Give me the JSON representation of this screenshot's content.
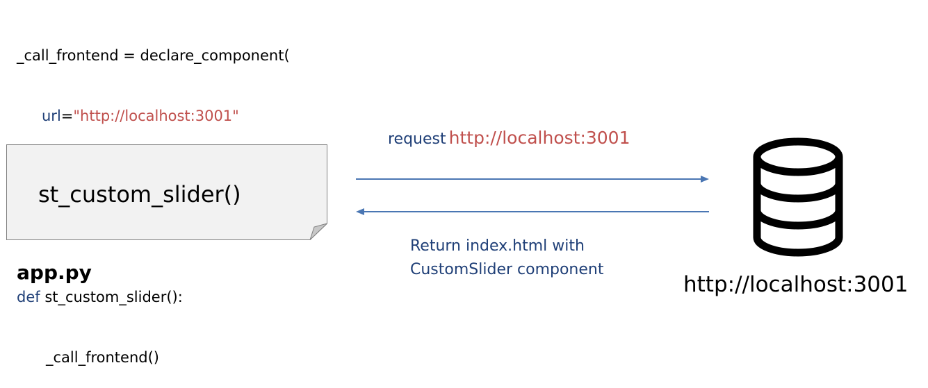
{
  "code": {
    "line1": "_call_frontend = declare_component(",
    "line2_key": "url",
    "line2_eq": "=",
    "line2_value": "\"http://localhost:3001\"",
    "line3": ")",
    "line5_kw": "def",
    "line5_rest": " st_custom_slider():",
    "line6": "_call_frontend()"
  },
  "app_box": {
    "label": "st_custom_slider()",
    "file_label": "app.py"
  },
  "request": {
    "word": "request",
    "url": "http://localhost:3001"
  },
  "response": {
    "line1": "Return index.html with",
    "line2": "CustomSlider component"
  },
  "server": {
    "icon": "database-icon",
    "url": "http://localhost:3001"
  },
  "colors": {
    "keyword_blue": "#1f3f77",
    "string_red": "#c0504d",
    "arrow_blue": "#4a76b3",
    "box_fill": "#f2f2f2",
    "box_border": "#7f7f7f"
  }
}
